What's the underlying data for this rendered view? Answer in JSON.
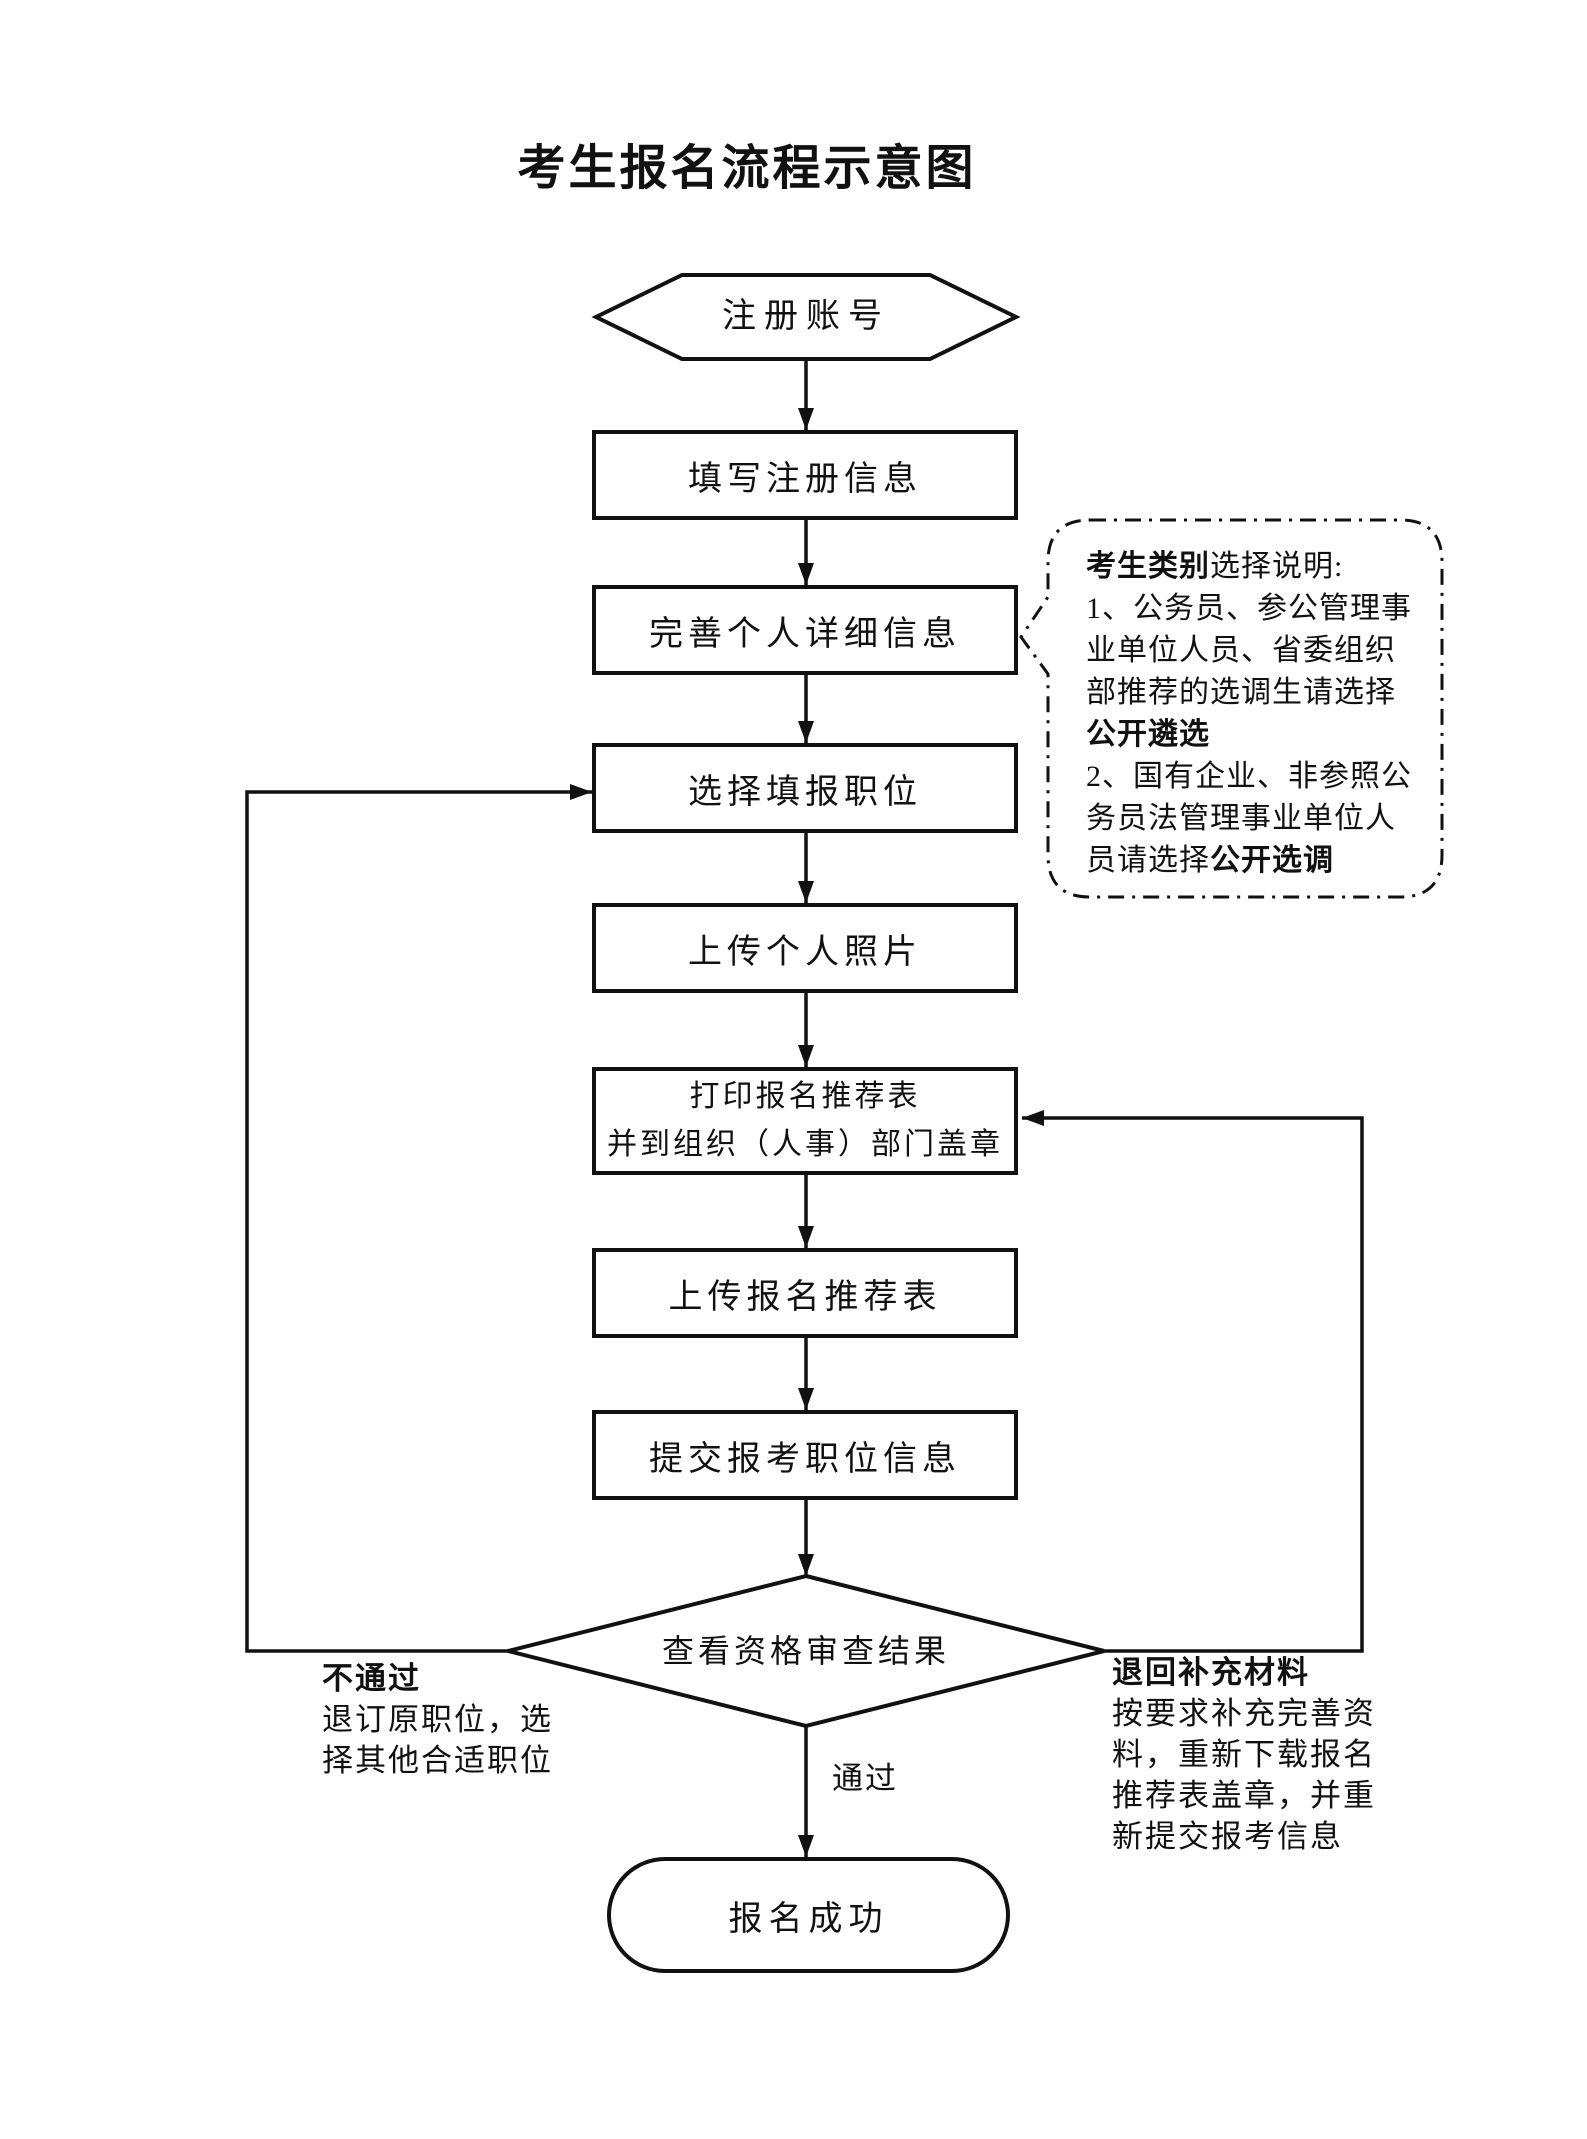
{
  "title": "考生报名流程示意图",
  "colors": {
    "ink": "#111111",
    "background": "#ffffff"
  },
  "nodes": {
    "register": "注册账号",
    "fill_info": "填写注册信息",
    "complete_profile": "完善个人详细信息",
    "select_position": "选择填报职位",
    "upload_photo": "上传个人照片",
    "print_form_line1": "打印报名推荐表",
    "print_form_line2": "并到组织（人事）部门盖章",
    "upload_form": "上传报名推荐表",
    "submit_info": "提交报考职位信息",
    "review_result": "查看资格审查结果",
    "success": "报名成功"
  },
  "branches": {
    "pass": "通过",
    "fail_title": "不通过",
    "fail_lines": [
      "退订原职位，选",
      "择其他合适职位"
    ],
    "return_title": "退回补充材料",
    "return_lines": [
      "按要求补充完善资",
      "料，重新下载报名",
      "推荐表盖章，并重",
      "新提交报考信息"
    ]
  },
  "callout": {
    "heading_bold": "考生类别",
    "heading_rest": "选择说明:",
    "item1_lines": [
      "1、公务员、参公管理事",
      "业单位人员、省委组织",
      "部推荐的选调生请选择"
    ],
    "item1_bold": "公开遴选",
    "item2_lines": [
      "2、国有企业、非参照公",
      "务员法管理事业单位人"
    ],
    "item2_pre": "员请选择",
    "item2_bold": "公开选调"
  }
}
